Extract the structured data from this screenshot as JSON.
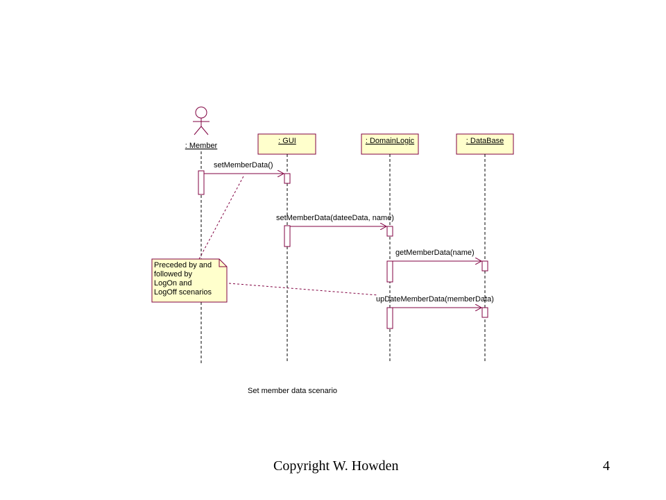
{
  "diagram": {
    "actor": {
      "label": ": Member"
    },
    "objects": [
      {
        "label": ": GUI"
      },
      {
        "label": ": DomainLogic"
      },
      {
        "label": ": DataBase"
      }
    ],
    "messages": [
      {
        "label": "setMemberData()"
      },
      {
        "label": "setMemberData(dateeData, name)"
      },
      {
        "label": "getMemberData(name)"
      },
      {
        "label": "upDateMemberData(memberData)"
      }
    ],
    "note": {
      "lines": [
        "Preceded by and",
        "followed by",
        "LogOn and",
        "LogOff scenarios"
      ]
    },
    "caption": "Set member data scenario",
    "colors": {
      "object_fill": "#ffffcc",
      "lines": "#800040"
    }
  },
  "footer": {
    "copyright": "Copyright W. Howden",
    "page_number": "4"
  }
}
